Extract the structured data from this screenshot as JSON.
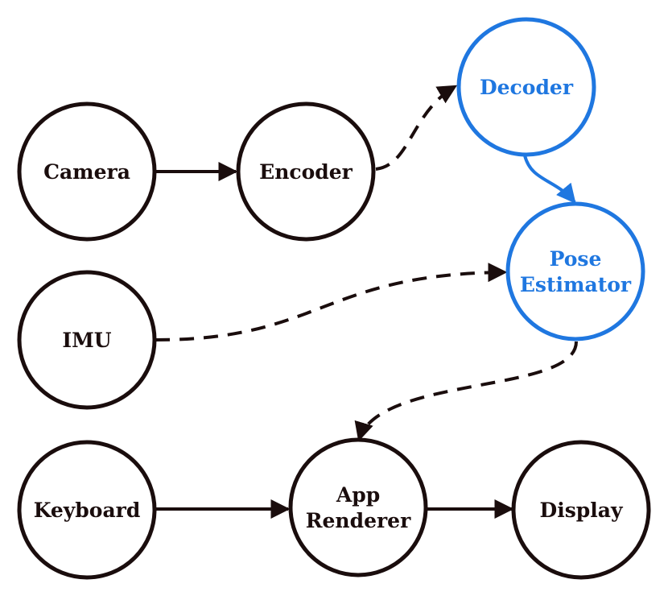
{
  "colors": {
    "default": "#1a0d0d",
    "highlight": "#1f77e0",
    "background": "#ffffff"
  },
  "nodes": [
    {
      "id": "camera",
      "lines": [
        "Camera"
      ],
      "highlight": false
    },
    {
      "id": "encoder",
      "lines": [
        "Encoder"
      ],
      "highlight": false
    },
    {
      "id": "decoder",
      "lines": [
        "Decoder"
      ],
      "highlight": true
    },
    {
      "id": "pose-estimator",
      "lines": [
        "Pose",
        "Estimator"
      ],
      "highlight": true
    },
    {
      "id": "imu",
      "lines": [
        "IMU"
      ],
      "highlight": false
    },
    {
      "id": "keyboard",
      "lines": [
        "Keyboard"
      ],
      "highlight": false
    },
    {
      "id": "app-renderer",
      "lines": [
        "App",
        "Renderer"
      ],
      "highlight": false
    },
    {
      "id": "display",
      "lines": [
        "Display"
      ],
      "highlight": false
    }
  ],
  "edges": [
    {
      "id": "camera-to-encoder",
      "from": "camera",
      "to": "encoder",
      "style": "solid",
      "highlight": false
    },
    {
      "id": "encoder-to-decoder",
      "from": "encoder",
      "to": "decoder",
      "style": "dashed",
      "highlight": false
    },
    {
      "id": "decoder-to-pose-estimator",
      "from": "decoder",
      "to": "pose-estimator",
      "style": "solid",
      "highlight": true
    },
    {
      "id": "imu-to-pose-estimator",
      "from": "imu",
      "to": "pose-estimator",
      "style": "dashed",
      "highlight": false
    },
    {
      "id": "pose-estimator-to-app-renderer",
      "from": "pose-estimator",
      "to": "app-renderer",
      "style": "dashed",
      "highlight": false
    },
    {
      "id": "keyboard-to-app-renderer",
      "from": "keyboard",
      "to": "app-renderer",
      "style": "solid",
      "highlight": false
    },
    {
      "id": "app-renderer-to-display",
      "from": "app-renderer",
      "to": "display",
      "style": "solid",
      "highlight": false
    }
  ]
}
